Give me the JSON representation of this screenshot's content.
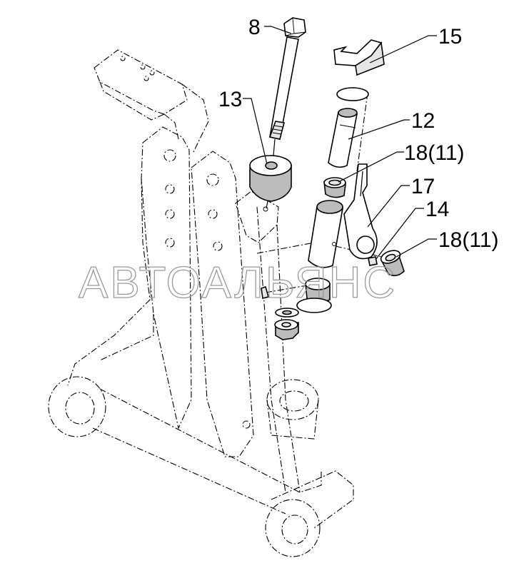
{
  "diagram": {
    "watermark": "АВТОАЛЬЯНС",
    "callouts": [
      {
        "id": "c8",
        "label": "8"
      },
      {
        "id": "c15",
        "label": "15"
      },
      {
        "id": "c13",
        "label": "13"
      },
      {
        "id": "c12",
        "label": "12"
      },
      {
        "id": "c18a",
        "label": "18(11)"
      },
      {
        "id": "c17",
        "label": "17"
      },
      {
        "id": "c14",
        "label": "14"
      },
      {
        "id": "c18b",
        "label": "18(11)"
      }
    ]
  }
}
